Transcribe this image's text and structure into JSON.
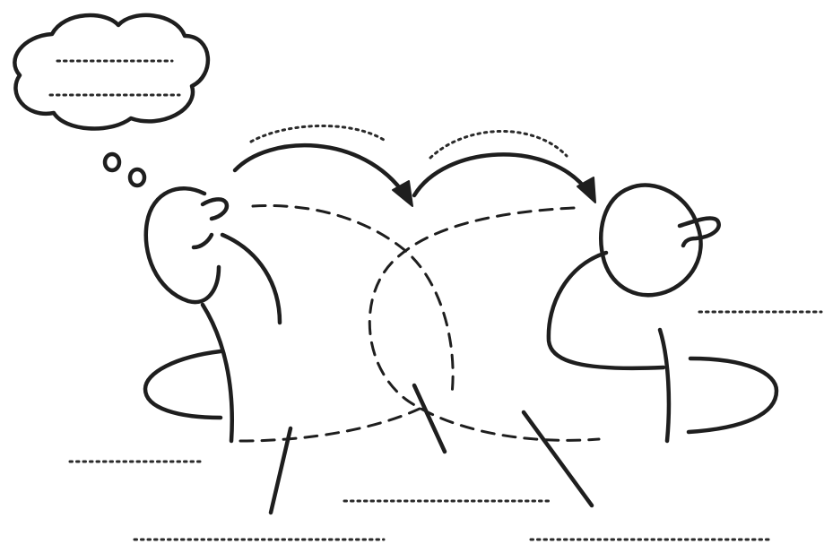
{
  "colors": {
    "ink": "#1e1e1e",
    "background": "#ffffff"
  },
  "figures": {
    "left_person": "person-thinking",
    "right_person": "person-listening",
    "thought_bubble": "cloud-thought-bubble"
  }
}
